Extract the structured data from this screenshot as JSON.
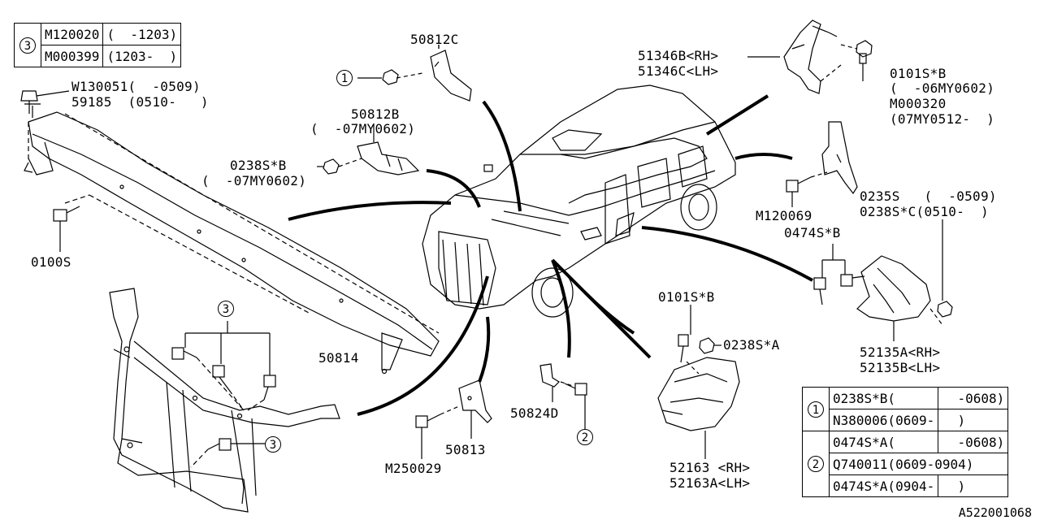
{
  "legend_tables": [
    {
      "id": "3",
      "rows": [
        {
          "part": "M120020",
          "range": "(  -1203)"
        },
        {
          "part": "M000399",
          "range": "(1203-  )"
        }
      ]
    },
    {
      "id": "1",
      "rows": [
        {
          "part": "0238S*B(",
          "range": "  -0608)"
        },
        {
          "part": "N380006(0609-",
          "range": "  )"
        }
      ]
    },
    {
      "id": "2",
      "rows": [
        {
          "part": "0474S*A(",
          "range": "  -0608)"
        },
        {
          "part": "Q740011(0609-0904)",
          "range": ""
        },
        {
          "part": "0474S*A(0904-",
          "range": "  )"
        }
      ]
    }
  ],
  "labels": {
    "w130051": "W130051(  -0509)",
    "p59185": "59185  (0510-   )",
    "p50812c": "50812C",
    "p50812b": "50812B",
    "p50812b_range": "(  -07MY0602)",
    "p0238sb": "0238S*B",
    "p0238sb_range": "(  -07MY0602)",
    "p0100s": "0100S",
    "p50814": "50814",
    "p51346b": "51346B<RH>",
    "p51346c": "51346C<LH>",
    "p0101sb_top": "0101S*B",
    "p0101sb_top_range": "(  -06MY0602)",
    "m000320": "M000320",
    "m000320_range": "(07MY0512-  )",
    "m120069": "M120069",
    "p0235s": "0235S   (  -0509)",
    "p0238sc": "0238S*C(0510-  )",
    "p0474sb": "0474S*B",
    "p52135a": "52135A<RH>",
    "p52135b": "52135B<LH>",
    "p0101sb_low": "0101S*B",
    "p0238sa": "0238S*A",
    "p52163": "52163 <RH>",
    "p52163a": "52163A<LH>",
    "p50813": "50813",
    "m250029": "M250029",
    "p50824d": "50824D"
  },
  "callouts": {
    "one": "1",
    "two": "2",
    "three": "3"
  },
  "diagram_id": "A522001068"
}
